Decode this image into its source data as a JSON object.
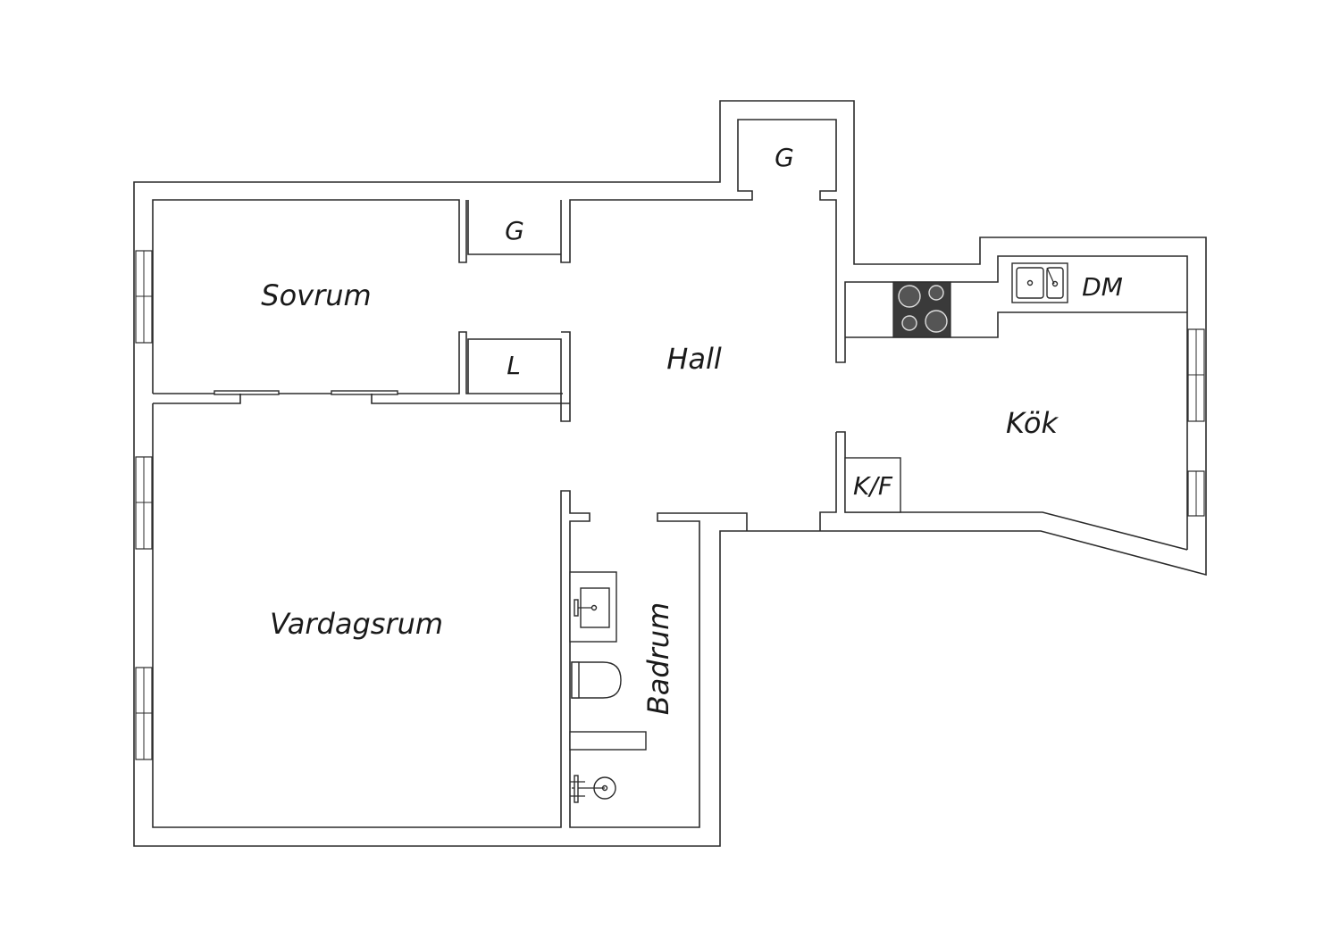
{
  "rooms": {
    "sovrum": "Sovrum",
    "vardagsrum": "Vardagsrum",
    "hall": "Hall",
    "kok": "Kök",
    "badrum": "Badrum"
  },
  "storage": {
    "closet_hall_top": "G",
    "closet_sovrum": "G",
    "closet_l": "L"
  },
  "appliances": {
    "dishwasher": "DM",
    "fridge_freezer": "K/F"
  },
  "colors": {
    "wall": "#2b2b2b",
    "stove": "#3a3a3a",
    "background": "#ffffff"
  }
}
